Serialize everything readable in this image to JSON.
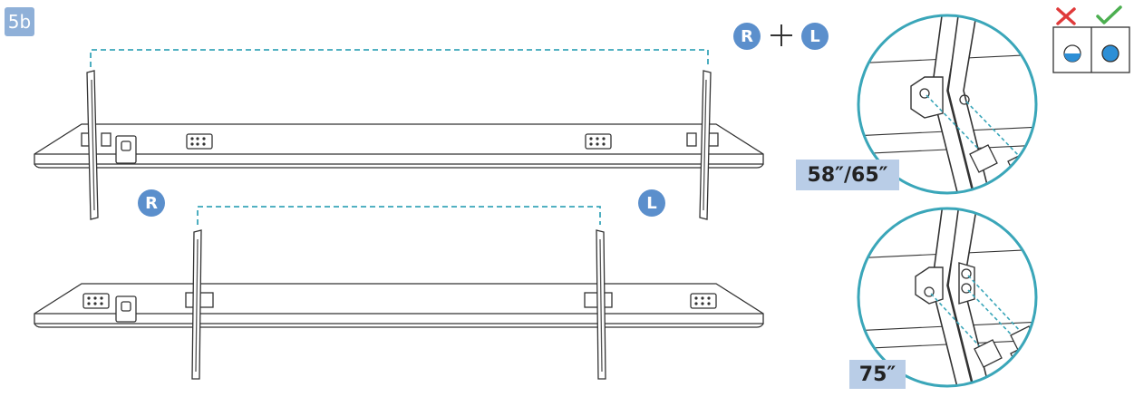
{
  "step_label": "5b",
  "legend_badges": {
    "right": "R",
    "left": "L"
  },
  "top_tv": {
    "right_badge": "R",
    "left_badge": "L"
  },
  "detail_sizes": {
    "upper": "58″/65″",
    "lower": "75″"
  },
  "colors": {
    "accent": "#3aa6b9",
    "badge": "#5b8fcc",
    "step_badge": "#8fb0d8",
    "wrong": "#e03a3a",
    "correct": "#4caf50",
    "hole_fill": "#2d8fd6"
  },
  "icons": [
    "cross-icon",
    "check-icon",
    "screw-icon"
  ]
}
